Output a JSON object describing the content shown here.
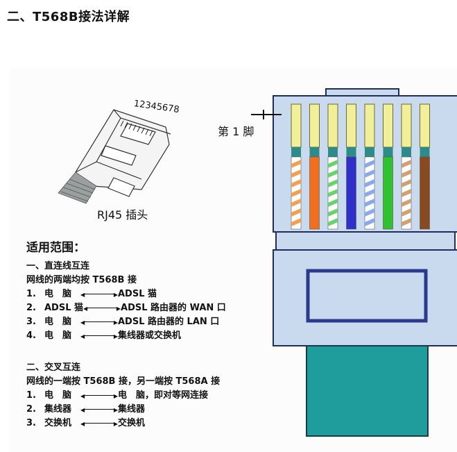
{
  "heading": "二、T568B接法详解",
  "rj45": {
    "pin_digits": "12345678",
    "caption": "RJ45 插头"
  },
  "pin1_label": "第 1 脚",
  "scope": {
    "title": "适用范围：",
    "straight": {
      "title": "一、直连线互连",
      "desc": "网线的两端均按 T568B 接",
      "items": [
        {
          "num": "1.",
          "left": "电　脑",
          "right": "ADSL 猫"
        },
        {
          "num": "2.",
          "left": "ADSL 猫",
          "right": "ADSL 路由器的 WAN 口"
        },
        {
          "num": "3.",
          "left": "电　脑",
          "right": "ADSL 路由器的 LAN 口"
        },
        {
          "num": "4.",
          "left": "电　脑",
          "right": "集线器或交换机"
        }
      ]
    },
    "crossover": {
      "title": "二、交叉互连",
      "desc": "网线的一端按 T568B 接，另一端按 T568A 接",
      "items": [
        {
          "num": "1.",
          "left": "电　脑",
          "right": "电　脑，即对等网连接"
        },
        {
          "num": "2.",
          "left": "集线器",
          "right": "集线器"
        },
        {
          "num": "3.",
          "left": "交换机",
          "right": "交换机"
        }
      ]
    }
  },
  "colors": {
    "connector_fill": "#c9d9ee",
    "connector_stroke": "#1f2d5a",
    "pin_yellow": "#f2ef9a",
    "pin_teal": "#2f8a8a",
    "cable_teal": "#1f9c9c",
    "wires": [
      "#f5a050",
      "#f07020",
      "#6ad26a",
      "#3030c8",
      "#8aa8ee",
      "#30c030",
      "#d0a070",
      "#8a4a20"
    ],
    "wire_stripe": [
      true,
      false,
      true,
      false,
      true,
      false,
      true,
      false
    ]
  }
}
